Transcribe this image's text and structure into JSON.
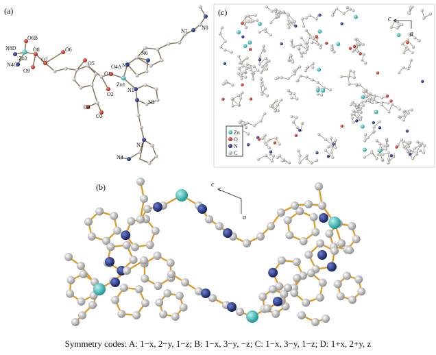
{
  "panels": {
    "a": {
      "tag": "(a)"
    },
    "b": {
      "tag": "(b)"
    },
    "c": {
      "tag": "(c)"
    }
  },
  "atom_labels_a": [
    "O6B",
    "N8D",
    "Zn2",
    "N4C",
    "O8",
    "O9",
    "O7",
    "O6",
    "O5",
    "O4A",
    "O1",
    "O2",
    "Zn1",
    "N5",
    "N6",
    "N7",
    "N8",
    "N1",
    "N2",
    "N3",
    "N4",
    "O4",
    "O3"
  ],
  "legend": {
    "items": [
      "Zn",
      "O",
      "N",
      "C"
    ]
  },
  "axes": {
    "c": "c",
    "a": "a"
  },
  "colors": {
    "Zn": "#2bb9b6",
    "O": "#d62a1c",
    "N": "#22348f",
    "C": "#c8c8c8",
    "bond": "#e09a2a"
  },
  "caption": "Symmetry codes: A: 1−x, 2−y, 1−z; B: 1−x, 3−y, −z; C: 1−x, 3−y, 1−z; D: 1+x, 2+y, z"
}
